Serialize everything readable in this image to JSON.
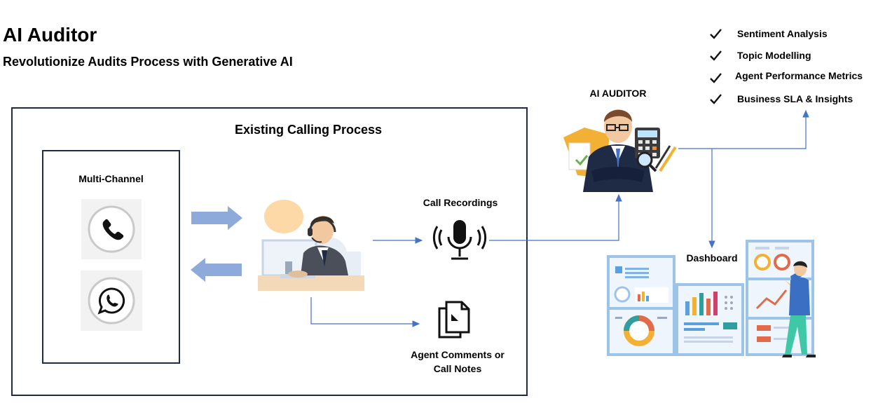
{
  "header": {
    "title": "AI Auditor",
    "subtitle": "Revolutionize Audits Process with Generative AI"
  },
  "checklist": {
    "items": [
      {
        "label": "Sentiment Analysis"
      },
      {
        "label": "Topic Modelling"
      },
      {
        "label": "Agent Performance Metrics"
      },
      {
        "label": "Business SLA & Insights"
      }
    ]
  },
  "process": {
    "title": "Existing Calling Process",
    "multi_channel_label": "Multi-Channel",
    "call_recordings_label": "Call Recordings",
    "notes_label_line1": "Agent Comments or",
    "notes_label_line2": "Call Notes"
  },
  "auditor": {
    "label": "AI AUDITOR"
  },
  "dashboard": {
    "label": "Dashboard"
  },
  "icons": {
    "phone": "phone-icon",
    "whatsapp": "whatsapp-icon",
    "microphone": "microphone-icon",
    "documents": "documents-icon",
    "agent": "call-center-agent-illustration",
    "auditor": "auditor-businessman-illustration",
    "dashboard": "dashboard-illustration",
    "check": "checkmark-icon"
  },
  "colors": {
    "arrow_fill": "#8eaadb",
    "connector": "#4472c4",
    "box_border": "#1f2a44"
  }
}
